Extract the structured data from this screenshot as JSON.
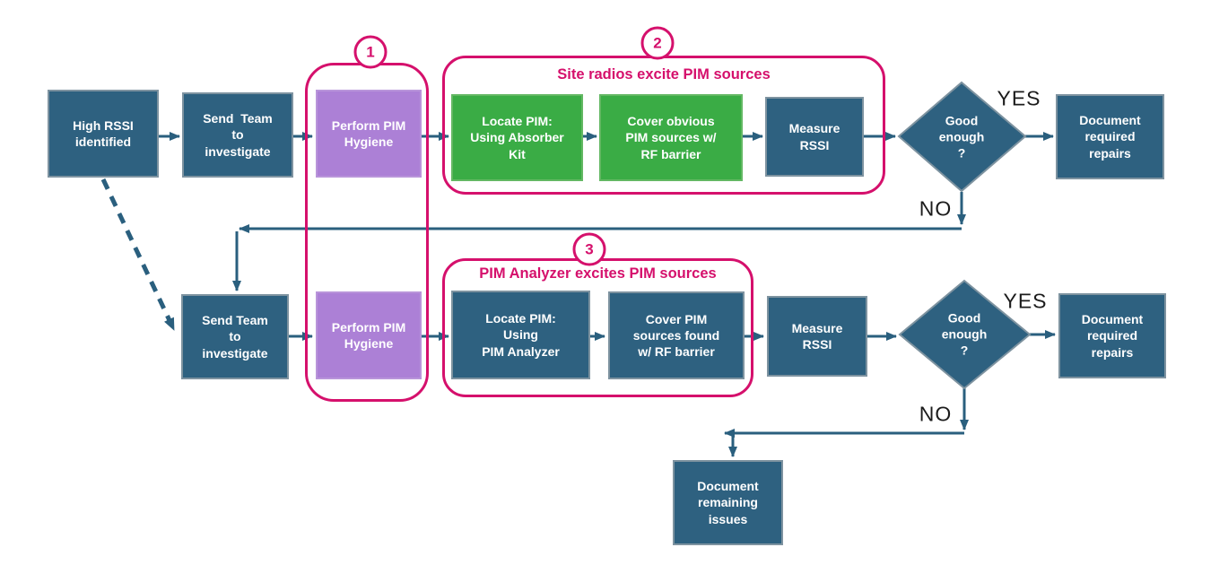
{
  "colors": {
    "box_teal": "#2E6180",
    "box_green": "#3AAC45",
    "box_purple": "#AC80D6",
    "accent_pink": "#D5106C",
    "arrow": "#2A5F7E",
    "edge_label": "#1B1B1B",
    "box_text": "#FFFFFF"
  },
  "groups": [
    {
      "number": "1",
      "header": ""
    },
    {
      "number": "2",
      "header": "Site radios excite PIM sources"
    },
    {
      "number": "3",
      "header": "PIM Analyzer excites PIM sources"
    }
  ],
  "nodes": {
    "high_rssi": "High RSSI\nidentified",
    "send_team_1": "Send  Team\nto\ninvestigate",
    "perform_hygiene_1": "Perform PIM\nHygiene",
    "locate_pim_absorber": "Locate PIM:\nUsing Absorber\nKit",
    "cover_obvious": "Cover obvious\nPIM sources w/\nRF barrier",
    "measure_rssi_1": "Measure\nRSSI",
    "decision_1": "Good\nenough\n?",
    "document_repairs_1": "Document\nrequired\nrepairs",
    "send_team_2": "Send Team\nto\ninvestigate",
    "perform_hygiene_2": "Perform PIM\nHygiene",
    "locate_pim_analyzer": "Locate PIM:\nUsing\nPIM Analyzer",
    "cover_found": "Cover PIM\nsources found\nw/ RF barrier",
    "measure_rssi_2": "Measure\nRSSI",
    "decision_2": "Good\nenough\n?",
    "document_repairs_2": "Document\nrequired\nrepairs",
    "document_remaining": "Document\nremaining\nissues"
  },
  "edge_labels": {
    "yes_1": "YES",
    "no_1": "NO",
    "yes_2": "YES",
    "no_2": "NO"
  },
  "edges": [
    {
      "from": "high_rssi",
      "to": "send_team_1",
      "style": "solid"
    },
    {
      "from": "send_team_1",
      "to": "perform_hygiene_1",
      "style": "solid"
    },
    {
      "from": "perform_hygiene_1",
      "to": "locate_pim_absorber",
      "style": "solid"
    },
    {
      "from": "locate_pim_absorber",
      "to": "cover_obvious",
      "style": "solid"
    },
    {
      "from": "cover_obvious",
      "to": "measure_rssi_1",
      "style": "solid"
    },
    {
      "from": "measure_rssi_1",
      "to": "decision_1",
      "style": "solid"
    },
    {
      "from": "decision_1",
      "to": "document_repairs_1",
      "label": "YES",
      "style": "solid"
    },
    {
      "from": "decision_1",
      "to": "send_team_2",
      "label": "NO",
      "style": "solid"
    },
    {
      "from": "high_rssi",
      "to": "send_team_2",
      "style": "dashed"
    },
    {
      "from": "send_team_2",
      "to": "perform_hygiene_2",
      "style": "solid"
    },
    {
      "from": "perform_hygiene_2",
      "to": "locate_pim_analyzer",
      "style": "solid"
    },
    {
      "from": "locate_pim_analyzer",
      "to": "cover_found",
      "style": "solid"
    },
    {
      "from": "cover_found",
      "to": "measure_rssi_2",
      "style": "solid"
    },
    {
      "from": "measure_rssi_2",
      "to": "decision_2",
      "style": "solid"
    },
    {
      "from": "decision_2",
      "to": "document_repairs_2",
      "label": "YES",
      "style": "solid"
    },
    {
      "from": "decision_2",
      "to": "document_remaining",
      "label": "NO",
      "style": "solid"
    }
  ]
}
